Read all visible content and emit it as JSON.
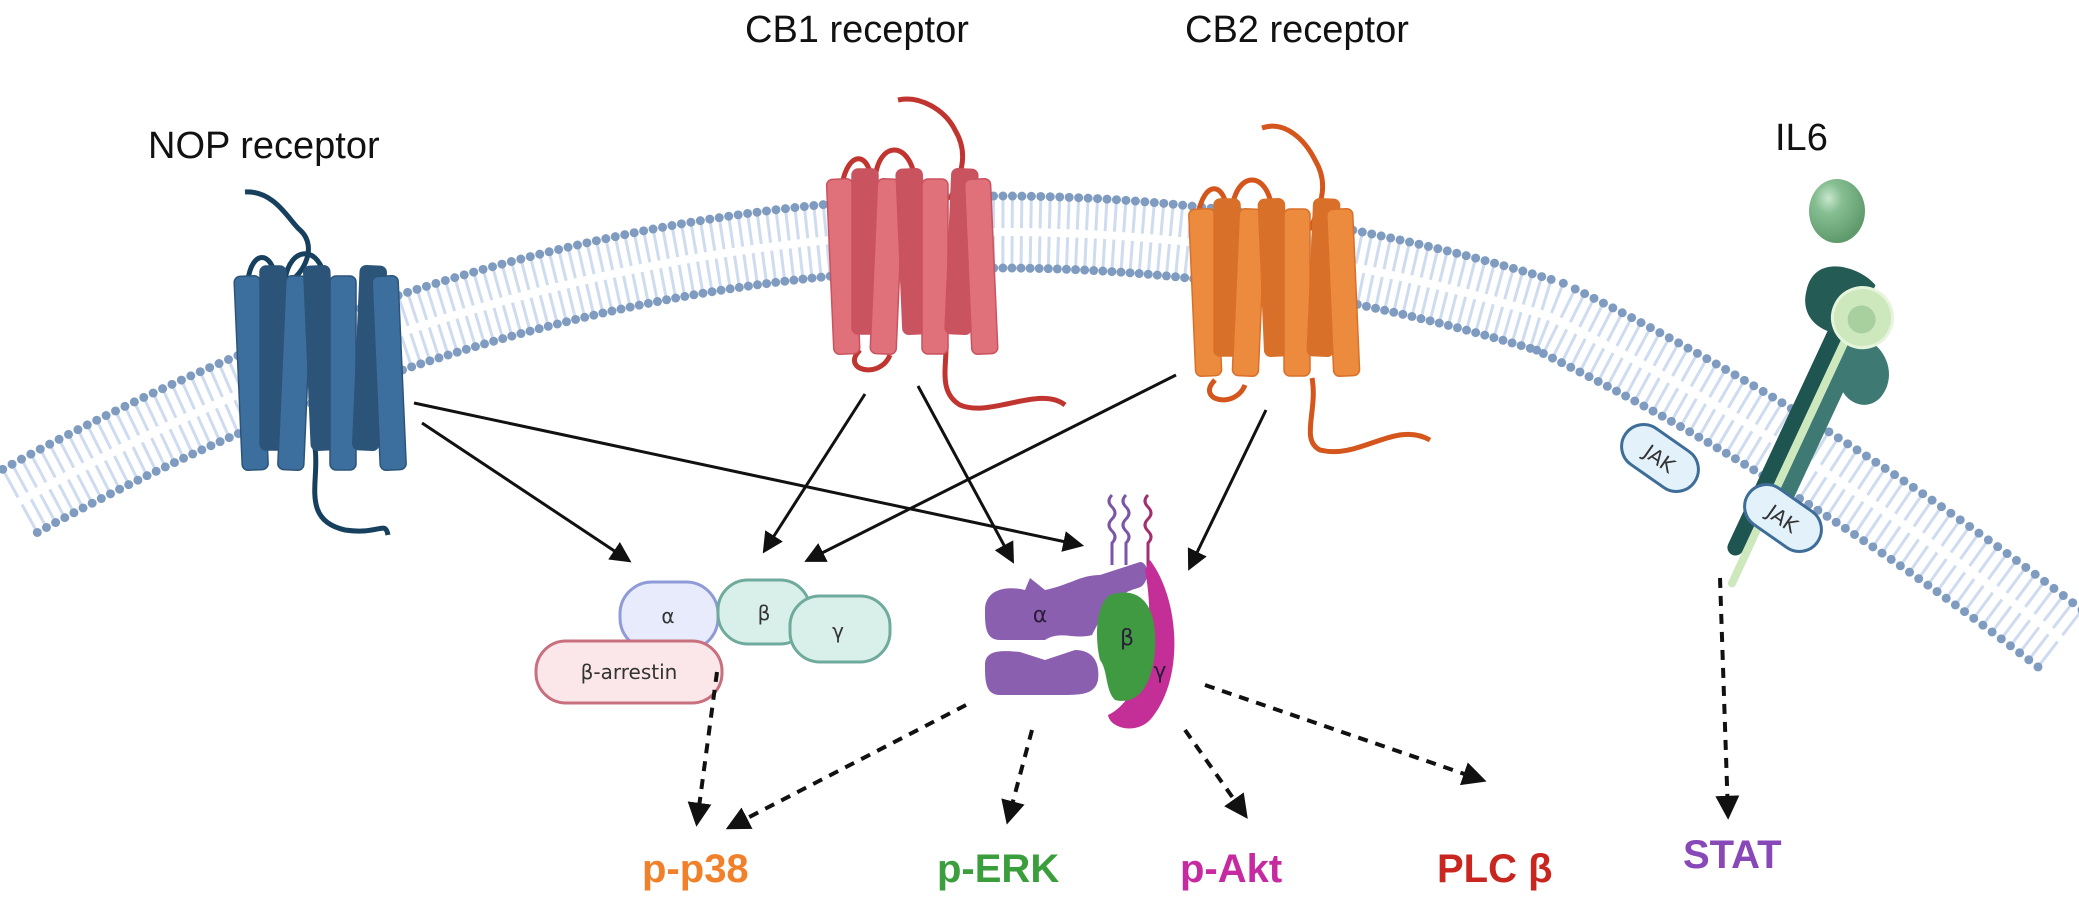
{
  "receptors": {
    "nop": {
      "label": "NOP receptor",
      "color": "#3d6f9e",
      "dark": "#2c5479",
      "tail": "#17405e"
    },
    "cb1": {
      "label": "CB1 receptor",
      "color": "#e0707a",
      "dark": "#c9535e",
      "tail": "#c0352f"
    },
    "cb2": {
      "label": "CB2 receptor",
      "color": "#ec8a3e",
      "dark": "#d9702a",
      "tail": "#d4561c"
    },
    "il6r": {
      "ligand_label": "IL6",
      "ligand_color": "#86be92",
      "body_color": "#2f6b66",
      "light_color": "#cde8bd"
    }
  },
  "jak": {
    "labels": [
      "JAK",
      "JAK"
    ],
    "fill": "#e3f1fb",
    "stroke": "#3e6e98"
  },
  "g_protein_inactive": {
    "alpha": {
      "label": "α",
      "fill": "#e7ebfb",
      "stroke": "#8f9bd8"
    },
    "beta": {
      "label": "β",
      "fill": "#d9efea",
      "stroke": "#6fab9c"
    },
    "gamma": {
      "label": "γ",
      "fill": "#d9efea",
      "stroke": "#6fab9c"
    },
    "arrestin": {
      "label": "β-arrestin",
      "fill": "#fbe7ea",
      "stroke": "#c9707f"
    }
  },
  "g_protein_active": {
    "alpha": {
      "label": "α",
      "fill": "#8b5fb0"
    },
    "beta": {
      "label": "β",
      "fill": "#3f9a41"
    },
    "gamma": {
      "label": "γ",
      "fill": "#c32f96"
    }
  },
  "membrane": {
    "head_color": "#7f9cc0",
    "tail_color": "#cfdcef"
  },
  "outputs": [
    {
      "label": "p-p38",
      "color": "#f0812a"
    },
    {
      "label": "p-ERK",
      "color": "#3a9e3c"
    },
    {
      "label": "p-Akt",
      "color": "#c52aa0"
    },
    {
      "label": "PLC β",
      "color": "#c8261f"
    },
    {
      "label": "STAT",
      "color": "#8848b8"
    }
  ]
}
